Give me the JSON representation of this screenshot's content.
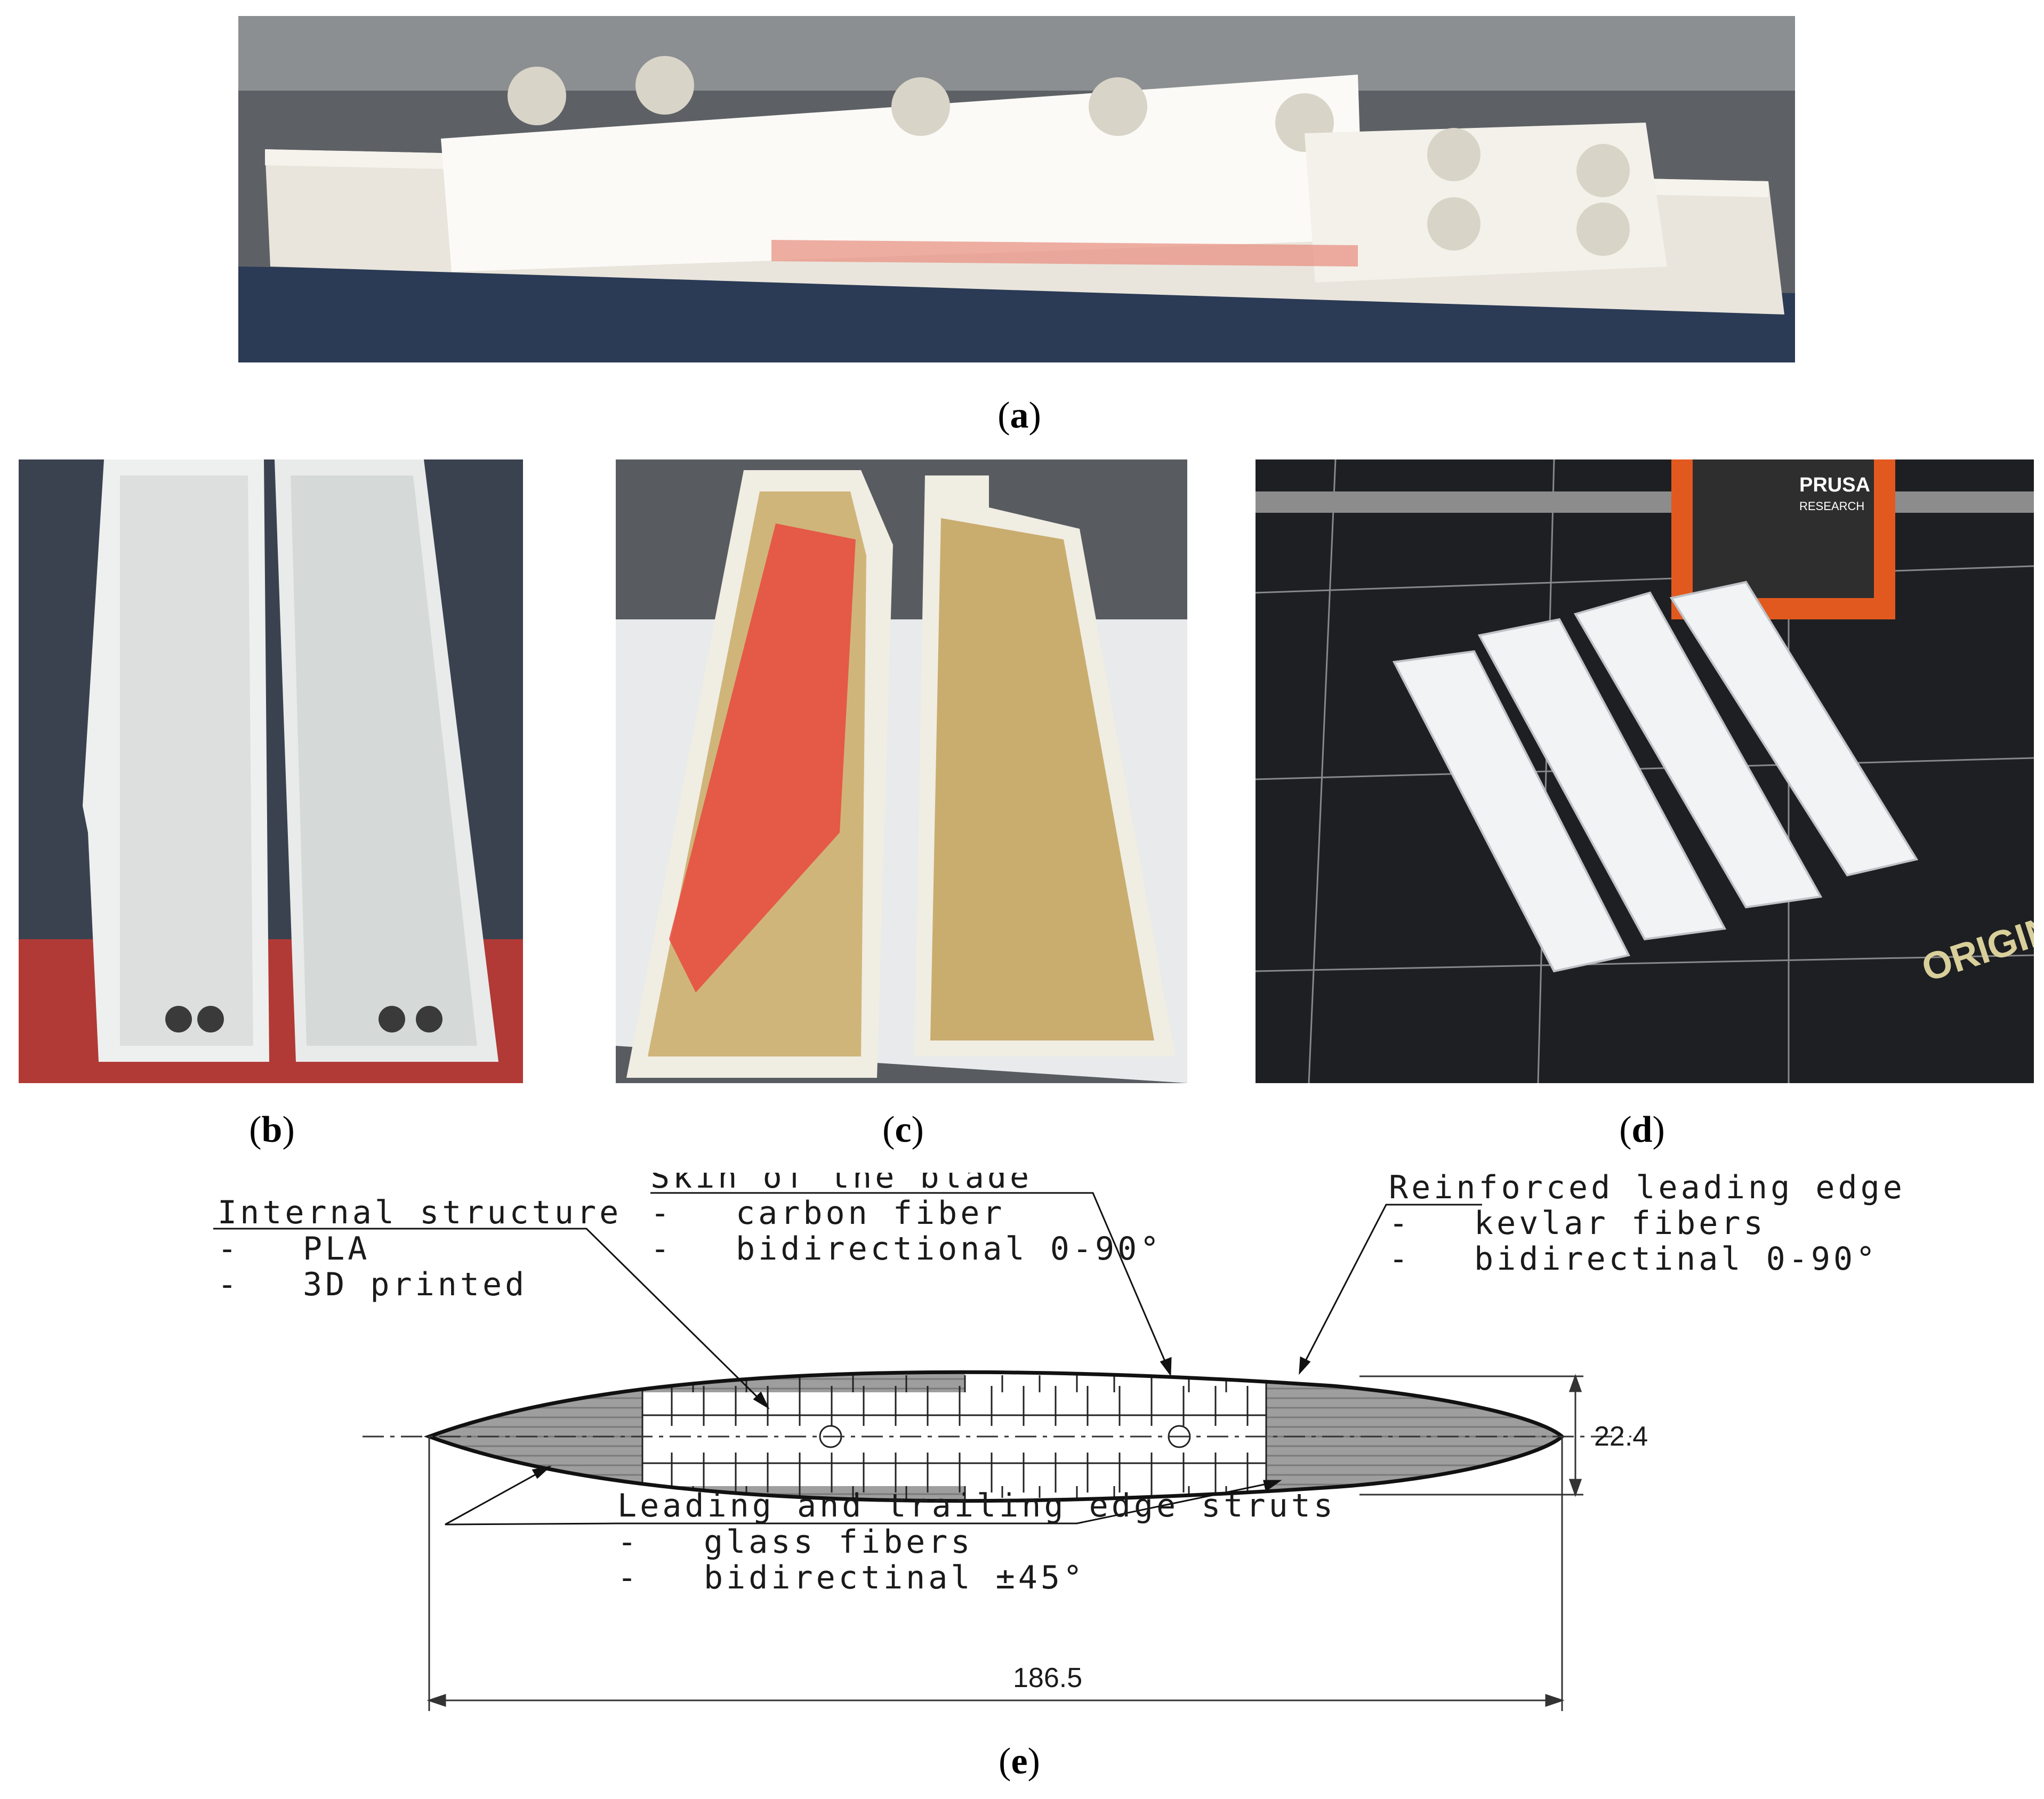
{
  "panels": [
    {
      "id": "a",
      "name": "Blade mould segments on workbench"
    },
    {
      "id": "b",
      "name": "White mould halves"
    },
    {
      "id": "c",
      "name": "Mould halves with release agent and fibre layup"
    },
    {
      "id": "d",
      "name": "3D printing of internal structures",
      "printer_text": [
        "PRUSA",
        "RESEARCH",
        "ORIGIN"
      ]
    },
    {
      "id": "e",
      "name": "Blade cross-section drawing"
    }
  ],
  "captions": {
    "a": "a",
    "b": "b",
    "c": "c",
    "d": "d",
    "e": "e"
  },
  "diagram": {
    "internal_structure": {
      "title": "Internal structure",
      "items": [
        "PLA",
        "3D printed"
      ]
    },
    "skin": {
      "title": "Skin of the blade",
      "items": [
        "carbon fiber",
        "bidirectional 0-90°"
      ]
    },
    "leading_edge": {
      "title": "Reinforced leading edge",
      "items": [
        "kevlar fibers",
        "bidirectinal 0-90°"
      ]
    },
    "struts": {
      "title": "Leading and trailing edge struts",
      "items": [
        "glass fibers",
        "bidirectinal ±45°"
      ]
    },
    "thickness": "22.4",
    "chord": "186.5"
  }
}
